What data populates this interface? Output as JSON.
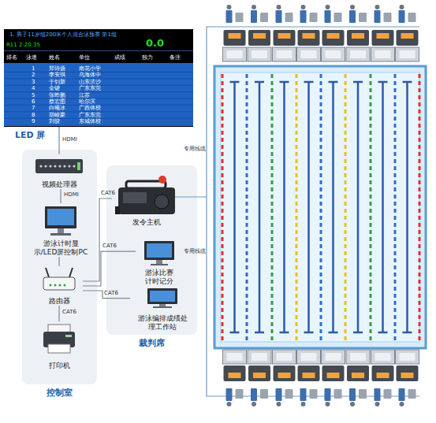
{
  "diagram": {
    "nodes": [
      {
        "text": [
          "LED 屏"
        ]
      },
      {
        "text": [
          "控制室"
        ]
      },
      {
        "text": [
          "视频处理器"
        ],
        "in": 1
      },
      {
        "text": [
          "游泳计时显示/LED屏控制PC"
        ],
        "in": 1
      },
      {
        "text": [
          "路由器"
        ],
        "in": 1
      },
      {
        "text": [
          "打印机"
        ],
        "in": 1
      },
      {
        "text": [
          "裁判席"
        ]
      },
      {
        "text": [
          "发令主机"
        ],
        "in": 6
      },
      {
        "text": [
          "游泳比赛计时记分"
        ],
        "in": 6
      },
      {
        "text": [
          "游泳编排成绩处理工作站"
        ],
        "in": 6
      }
    ],
    "edges": [
      {
        "from": 0,
        "to": 2,
        "label": "HDMI",
        "arrow": "none"
      },
      {
        "from": 2,
        "to": 3,
        "label": "HDMI",
        "arrow": "none"
      },
      {
        "from": 3,
        "to": 4,
        "arrow": "none"
      },
      {
        "from": 4,
        "to": 5,
        "label": "CAT6",
        "arrow": "none"
      },
      {
        "from": 4,
        "to": 7,
        "label": "CAT6",
        "arrow": "none"
      },
      {
        "from": 4,
        "to": 8,
        "label": "CAT6",
        "arrow": "none"
      },
      {
        "from": 4,
        "to": 9,
        "label": "CAT6",
        "arrow": "none"
      }
    ],
    "labels": [
      "1. 男子11岁组200米个人混合泳预赛 第1组",
      "R11 2:20.35",
      "0.0",
      "排名",
      "泳道",
      "姓名",
      "单位",
      "成绩",
      "独力",
      "备注",
      "1",
      "郑诗扬",
      "南花小学",
      "2",
      "李安琪",
      "乌海体中",
      "3",
      "于钊新",
      "山东济沙",
      "4",
      "金键",
      "广东东莞",
      "5",
      "张晔鹏",
      "江苏",
      "6",
      "蔡宏图",
      "哈尔滨",
      "7",
      "白曦冰",
      "广西体校",
      "8",
      "胡峻豪",
      "广东东莞",
      "9",
      "刘骏",
      "东城体校",
      "专用线缆",
      "专用线缆"
    ]
  }
}
